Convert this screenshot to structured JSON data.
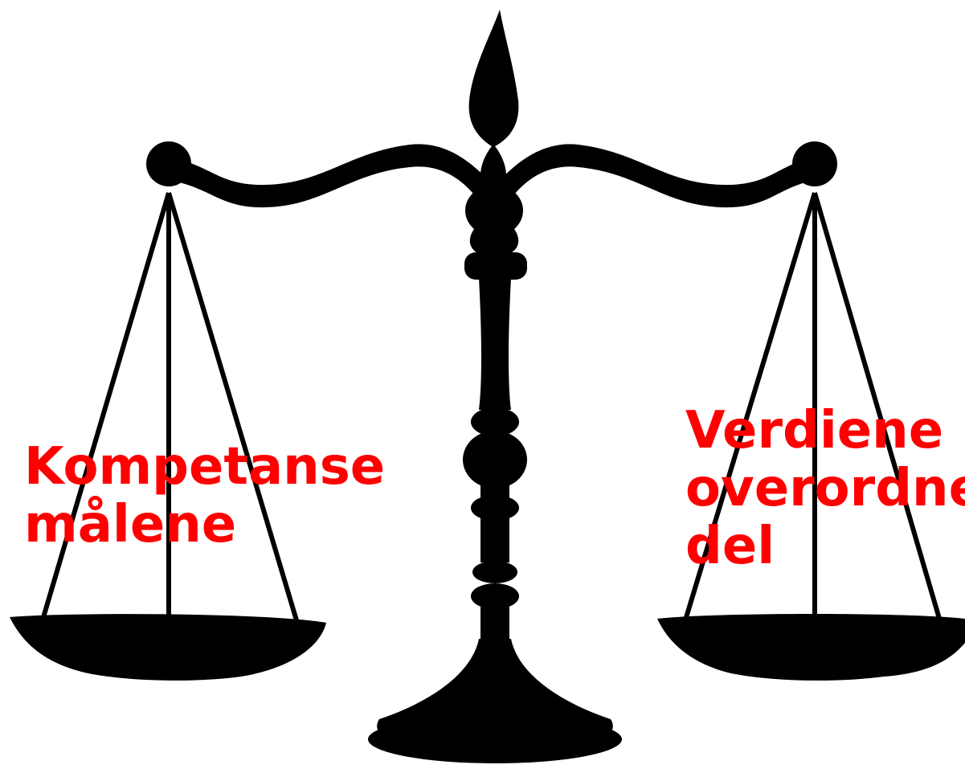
{
  "colors": {
    "silhouette": "#000000",
    "background": "#ffffff",
    "label_text": "#ff0000"
  },
  "left_pan_label": {
    "line1": "Kompetanse",
    "line2": "målene"
  },
  "right_pan_label": {
    "line1": "Verdiene i",
    "line2": "overordnet",
    "line3": "del"
  }
}
